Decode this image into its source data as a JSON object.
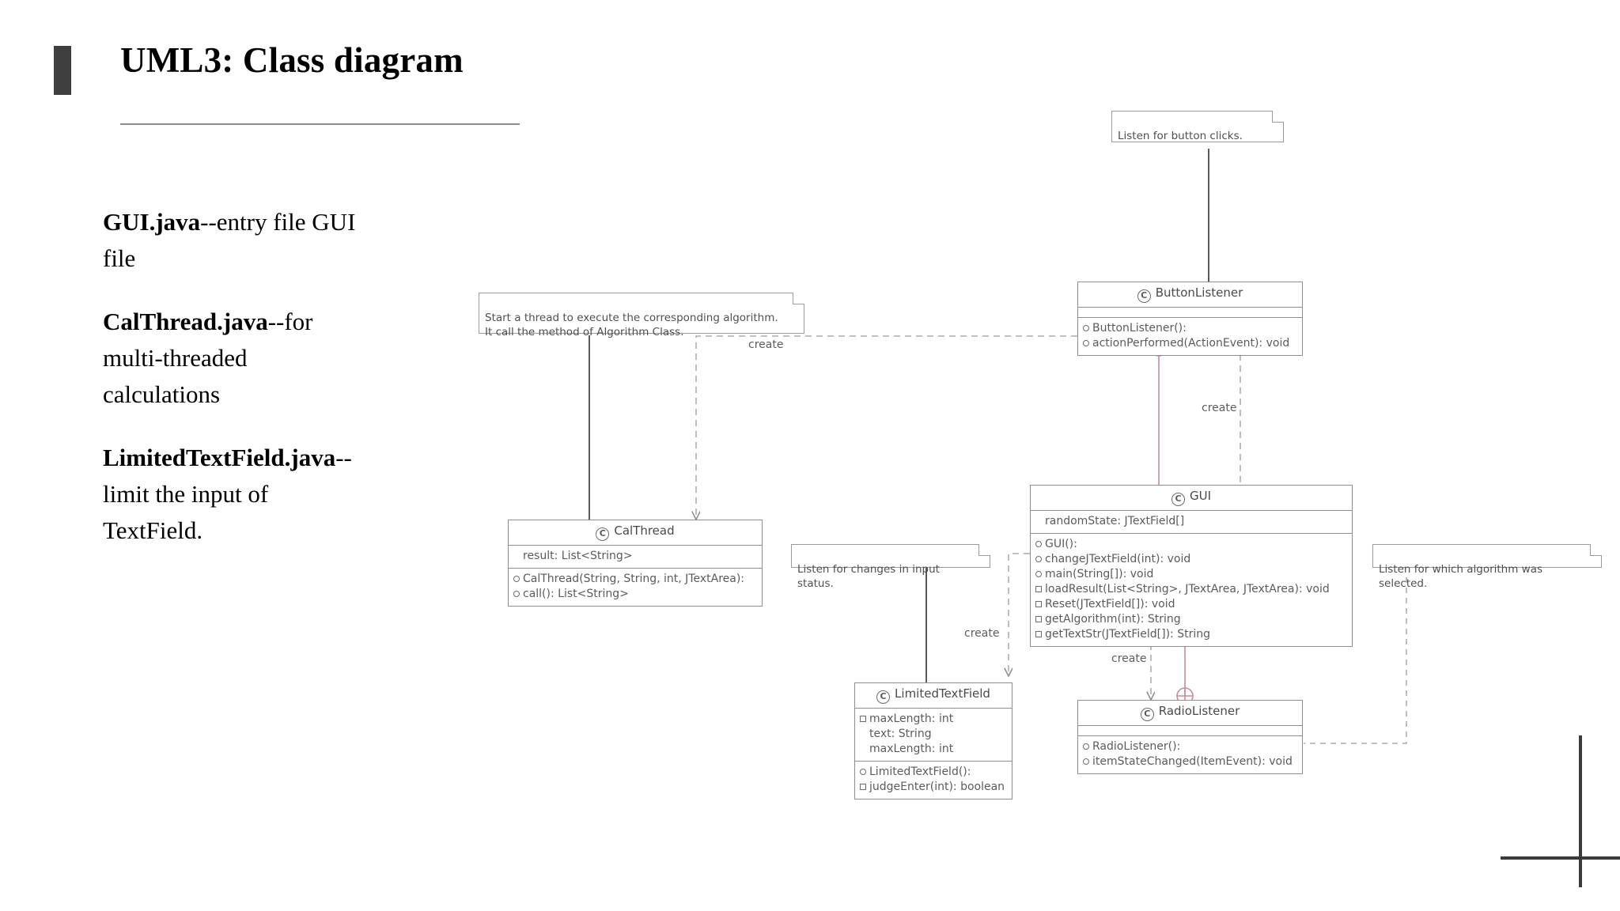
{
  "slide": {
    "title": "UML3: Class diagram",
    "bullet_color": "#3f3f3f",
    "rule_color": "#8c8c8c"
  },
  "left_notes": [
    {
      "bold": "GUI.java",
      "rest": "--entry file GUI file"
    },
    {
      "bold": "CalThread.java",
      "rest": "--for multi-threaded calculations"
    },
    {
      "bold": "LimitedTextField.java",
      "rest": "--limit the input of TextField."
    }
  ],
  "diagram": {
    "stereotype_mark": "C",
    "classes": [
      {
        "id": "buttonlistener",
        "name": "ButtonListener",
        "attributes": [],
        "operations": [
          {
            "visibility": "public",
            "text": "ButtonListener():"
          },
          {
            "visibility": "public",
            "text": "actionPerformed(ActionEvent): void"
          }
        ]
      },
      {
        "id": "gui",
        "name": "GUI",
        "attributes": [
          {
            "visibility": "none",
            "text": "randomState: JTextField[]"
          }
        ],
        "operations": [
          {
            "visibility": "public",
            "text": "GUI():"
          },
          {
            "visibility": "public",
            "text": "changeJTextField(int): void"
          },
          {
            "visibility": "public",
            "text": "main(String[]): void"
          },
          {
            "visibility": "private",
            "text": "loadResult(List<String>, JTextArea, JTextArea): void"
          },
          {
            "visibility": "private",
            "text": "Reset(JTextField[]): void"
          },
          {
            "visibility": "private",
            "text": "getAlgorithm(int): String"
          },
          {
            "visibility": "private",
            "text": "getTextStr(JTextField[]): String"
          }
        ]
      },
      {
        "id": "calthread",
        "name": "CalThread",
        "attributes": [
          {
            "visibility": "none",
            "text": "result: List<String>"
          }
        ],
        "operations": [
          {
            "visibility": "public",
            "text": "CalThread(String, String, int, JTextArea):"
          },
          {
            "visibility": "public",
            "text": "call(): List<String>"
          }
        ]
      },
      {
        "id": "limitedtextfield",
        "name": "LimitedTextField",
        "attributes": [
          {
            "visibility": "private",
            "text": "maxLength: int"
          },
          {
            "visibility": "none",
            "text": "text: String"
          },
          {
            "visibility": "none",
            "text": "maxLength: int"
          }
        ],
        "operations": [
          {
            "visibility": "public",
            "text": "LimitedTextField():"
          },
          {
            "visibility": "private",
            "text": "judgeEnter(int): boolean"
          }
        ]
      },
      {
        "id": "radiolistener",
        "name": "RadioListener",
        "attributes": [],
        "operations": [
          {
            "visibility": "public",
            "text": "RadioListener():"
          },
          {
            "visibility": "public",
            "text": "itemStateChanged(ItemEvent): void"
          }
        ]
      }
    ],
    "notes": [
      {
        "id": "note-button-clicks",
        "text": "Listen for button clicks."
      },
      {
        "id": "note-start-thread",
        "text": "Start a thread to execute the corresponding algorithm.\nIt call the method of Algorithm Class."
      },
      {
        "id": "note-input-status",
        "text": "Listen for changes in input status."
      },
      {
        "id": "note-algorithm-selected",
        "text": "Listen for which algorithm was selected."
      }
    ],
    "edge_labels": [
      {
        "id": "edge-create-calthread",
        "text": "create"
      },
      {
        "id": "edge-create-buttonlistener",
        "text": "create"
      },
      {
        "id": "edge-create-limitedtextfield",
        "text": "create"
      },
      {
        "id": "edge-create-radiolistener",
        "text": "create"
      }
    ],
    "colors": {
      "line": "#8e8e8e",
      "text": "#555555",
      "inner_class_link": "#c98c96"
    }
  }
}
